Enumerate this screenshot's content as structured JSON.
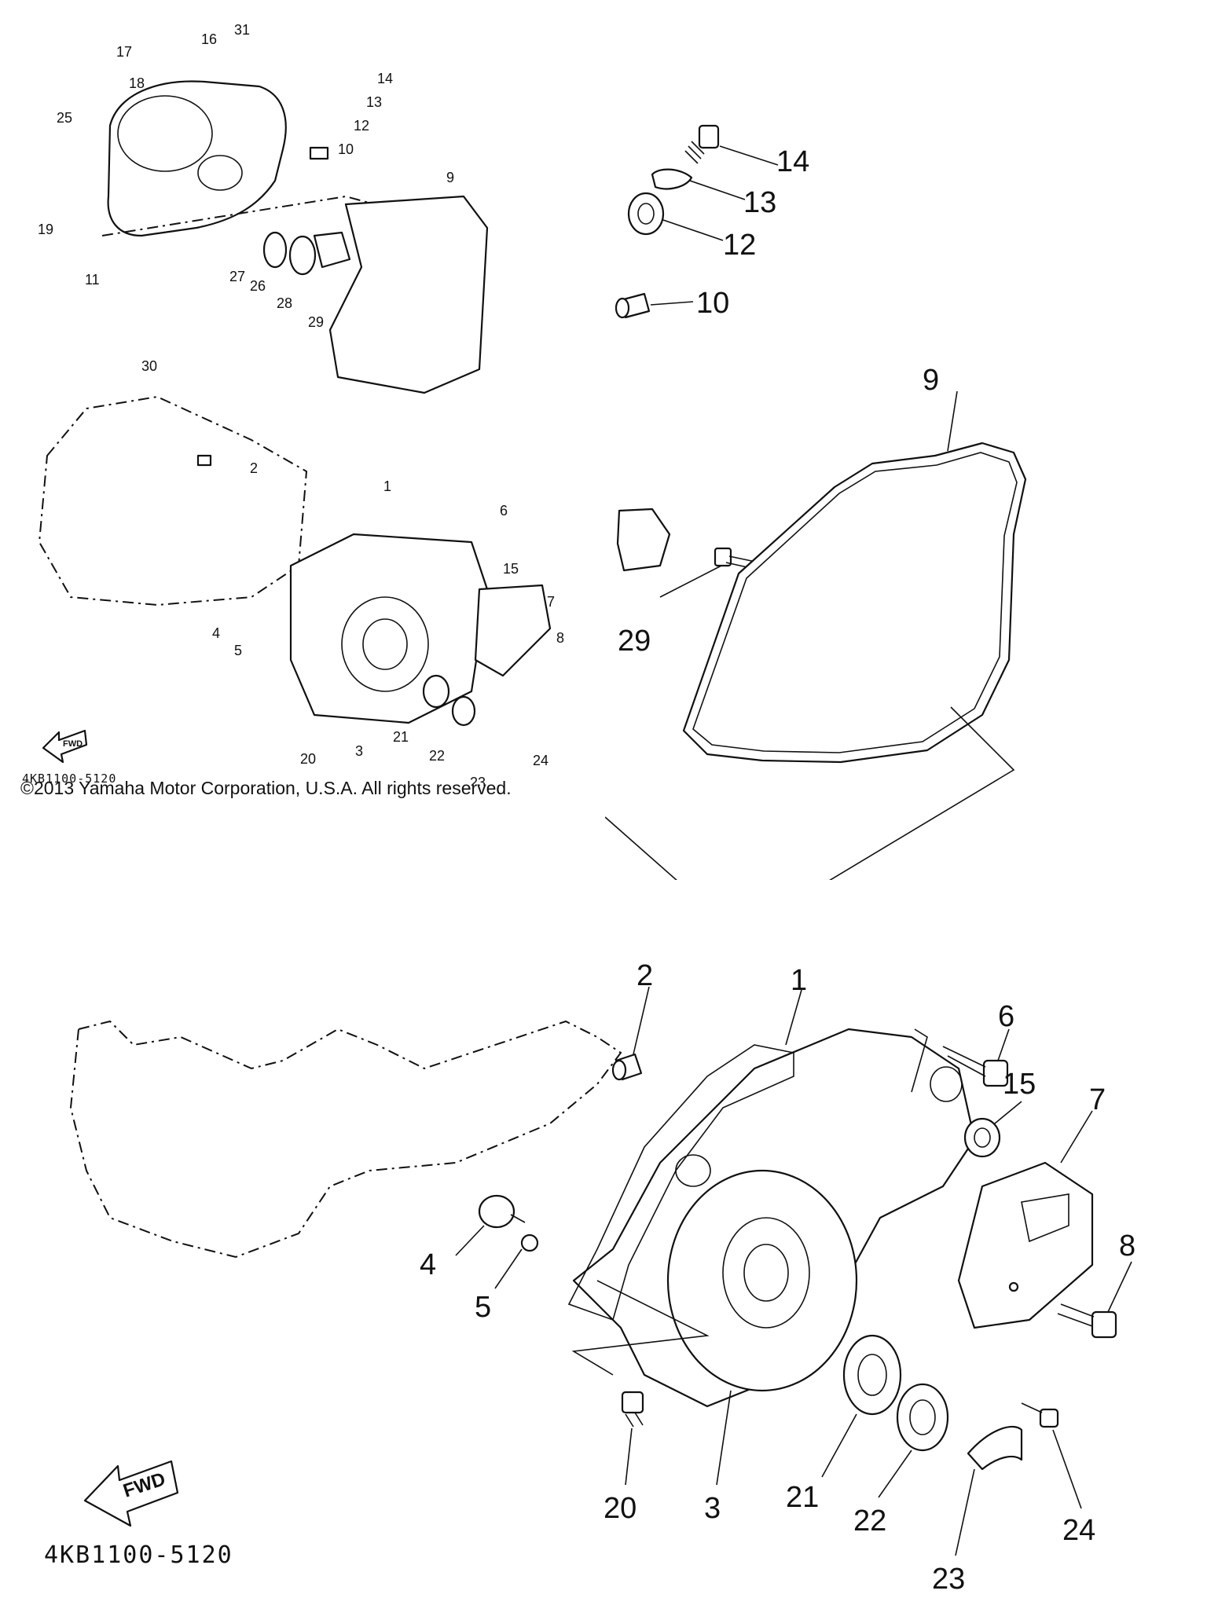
{
  "copyright": "©2013 Yamaha Motor Corporation, U.S.A. All rights reserved.",
  "diagram_code": "4KB1100-5120",
  "fwd_label": "FWD",
  "overview_callouts": [
    "1",
    "2",
    "3",
    "4",
    "5",
    "6",
    "7",
    "8",
    "9",
    "10",
    "11",
    "12",
    "13",
    "14",
    "15",
    "16",
    "17",
    "18",
    "19",
    "20",
    "21",
    "22",
    "23",
    "24",
    "25",
    "26",
    "27",
    "28",
    "29",
    "30",
    "31"
  ],
  "detail_top_callouts": [
    "9",
    "10",
    "12",
    "13",
    "14",
    "29"
  ],
  "detail_bottom_callouts": [
    "1",
    "2",
    "3",
    "4",
    "5",
    "6",
    "7",
    "8",
    "15",
    "20",
    "21",
    "22",
    "23",
    "24"
  ]
}
